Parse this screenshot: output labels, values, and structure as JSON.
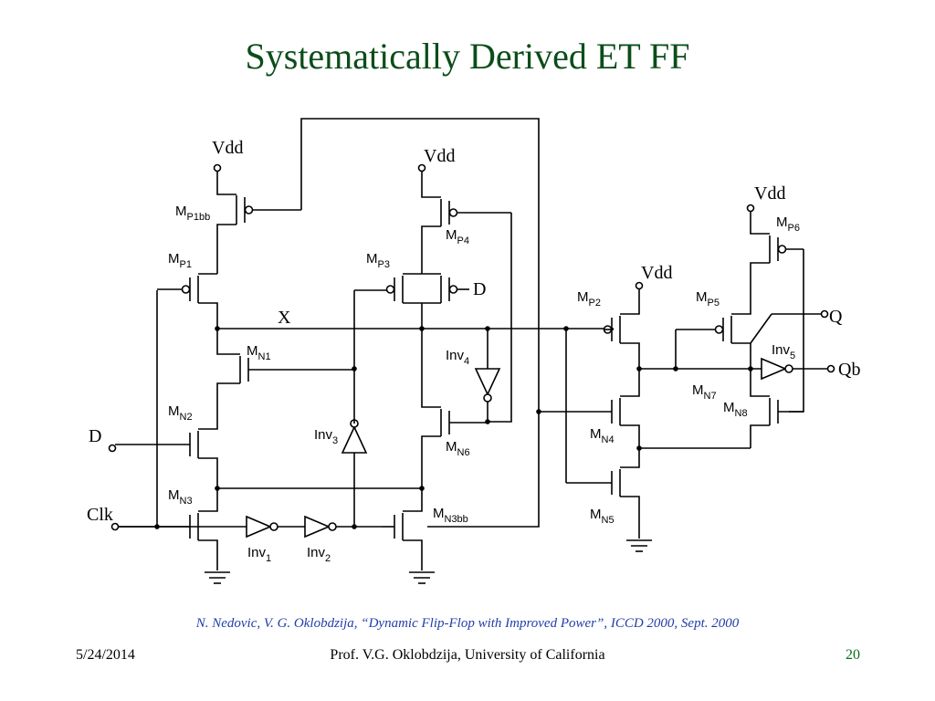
{
  "slide": {
    "title": "Systematically Derived ET FF",
    "citation": "N. Nedovic, V. G. Oklobdzija, “Dynamic Flip-Flop with Improved Power”, ICCD 2000, Sept. 2000",
    "footer": {
      "date": "5/24/2014",
      "author": "Prof. V.G. Oklobdzija, University of California",
      "page": "20"
    }
  },
  "diagram": {
    "supplies": {
      "vdd": "Vdd"
    },
    "nets": {
      "x": "X",
      "d_mid": "D",
      "d_in": "D",
      "clk": "Clk",
      "q": "Q",
      "qb": "Qb"
    },
    "transistors": {
      "mp1bb": {
        "main": "M",
        "sub": "P1bb"
      },
      "mp1": {
        "main": "M",
        "sub": "P1"
      },
      "mn1": {
        "main": "M",
        "sub": "N1"
      },
      "mn2": {
        "main": "M",
        "sub": "N2"
      },
      "mn3": {
        "main": "M",
        "sub": "N3"
      },
      "mp4": {
        "main": "M",
        "sub": "P4"
      },
      "mp3": {
        "main": "M",
        "sub": "P3"
      },
      "mn6": {
        "main": "M",
        "sub": "N6"
      },
      "mn3bb": {
        "main": "M",
        "sub": "N3bb"
      },
      "mp2": {
        "main": "M",
        "sub": "P2"
      },
      "mn7": {
        "main": "M",
        "sub": "N7"
      },
      "mn4": {
        "main": "M",
        "sub": "N4"
      },
      "mn5": {
        "main": "M",
        "sub": "N5"
      },
      "mp5": {
        "main": "M",
        "sub": "P5"
      },
      "mp6": {
        "main": "M",
        "sub": "P6"
      },
      "mn8": {
        "main": "M",
        "sub": "N8"
      }
    },
    "inverters": {
      "inv1": {
        "main": "Inv",
        "sub": "1"
      },
      "inv2": {
        "main": "Inv",
        "sub": "2"
      },
      "inv3": {
        "main": "Inv",
        "sub": "3"
      },
      "inv4": {
        "main": "Inv",
        "sub": "4"
      },
      "inv5": {
        "main": "Inv",
        "sub": "5"
      }
    }
  }
}
